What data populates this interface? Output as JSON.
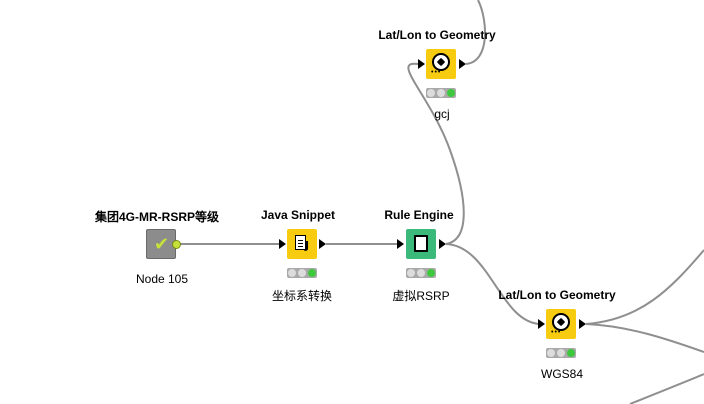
{
  "nodes": {
    "source": {
      "title": "集团4G-MR-RSRP等级",
      "label": "Node 105",
      "icon": "check-icon",
      "color": "#8c8c8c"
    },
    "java_snippet": {
      "title": "Java Snippet",
      "label": "坐标系转换",
      "icon": "java-document-icon",
      "color": "#f7cc10"
    },
    "rule_engine": {
      "title": "Rule Engine",
      "label": "虚拟RSRP",
      "icon": "rule-document-icon",
      "color": "#3bb97a"
    },
    "latlon_gcj": {
      "title": "Lat/Lon to Geometry",
      "label": "gcj",
      "icon": "compass-icon",
      "color": "#f7cc10"
    },
    "latlon_wgs84": {
      "title": "Lat/Lon to Geometry",
      "label": "WGS84",
      "icon": "compass-icon",
      "color": "#f7cc10"
    }
  },
  "status_colors": {
    "idle": "#dcdcdc",
    "executed": "#3ec83e"
  },
  "connection_color": "#8f8f8f"
}
